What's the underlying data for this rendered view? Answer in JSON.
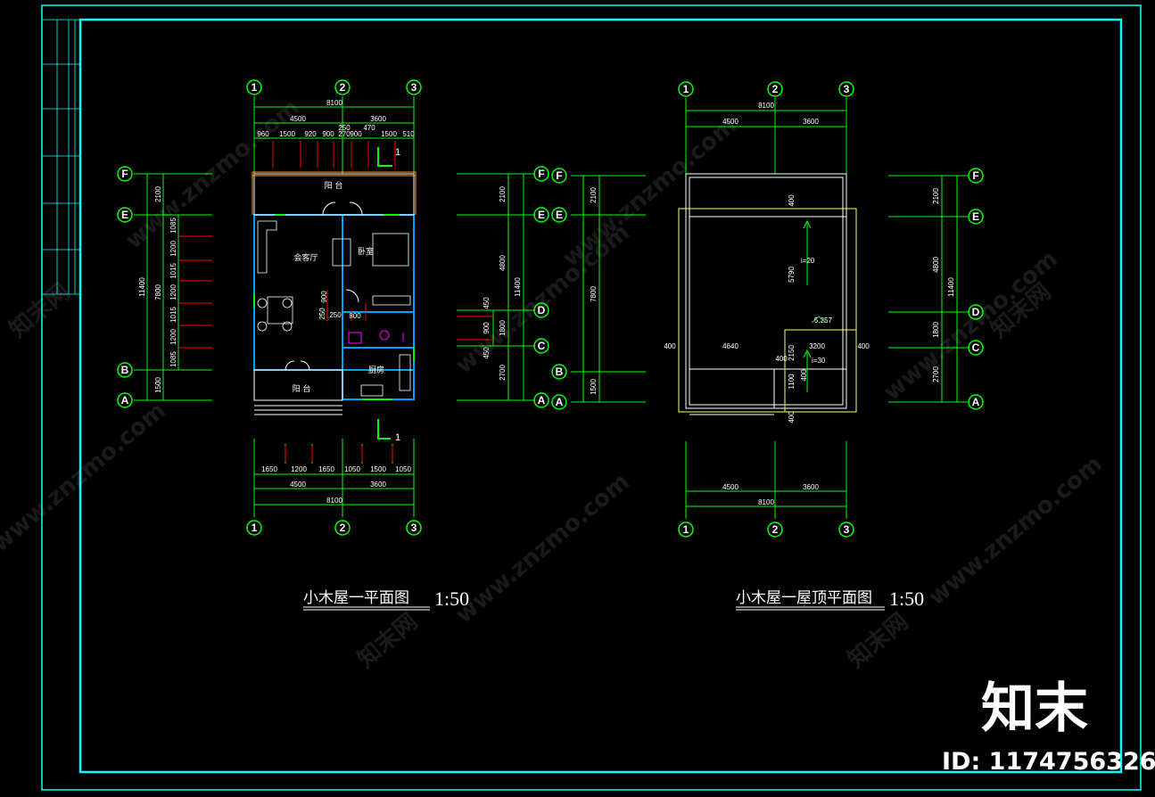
{
  "colors": {
    "frame": "#00ffff",
    "axis": "#00ff00",
    "wall": "#00a0ff",
    "dimension_text": "#ffffff",
    "marker": "#ff0000",
    "fixture": "#ff00ff",
    "roof_outline": "#ffff00"
  },
  "plan_left": {
    "title": "小木屋一平面图",
    "scale": "1:50",
    "grid_top": [
      "1",
      "2",
      "3"
    ],
    "grid_bottom": [
      "1",
      "2",
      "3"
    ],
    "grid_left": [
      "F",
      "E",
      "B",
      "A"
    ],
    "top_total": "8100",
    "top_bays": [
      "4500",
      "3600"
    ],
    "top_detail": [
      "960",
      "1500",
      "920",
      "900",
      "250",
      "270",
      "900",
      "470",
      "1500",
      "510"
    ],
    "bottom_detail": [
      "1650",
      "1200",
      "1650",
      "1050",
      "1500",
      "1050"
    ],
    "bottom_bays": [
      "4500",
      "3600"
    ],
    "bottom_total": "8100",
    "left_total": "11400",
    "left_mid": "7800",
    "left_top": "2100",
    "left_bottom": "1500",
    "left_detail": [
      "1085",
      "1200",
      "1015",
      "1200",
      "1015",
      "1200",
      "1085"
    ],
    "rooms": {
      "balcony_top": "阳 台",
      "living": "会客厅",
      "bedroom": "卧室",
      "kitchen": "厨房",
      "balcony_bottom": "阳 台"
    },
    "inner_dims": [
      "900",
      "250",
      "250",
      "800"
    ],
    "section_mark": "1"
  },
  "elevation_mid": {
    "grid_right_a": [
      "F",
      "E",
      "D",
      "C",
      "A"
    ],
    "grid_right_b": [
      "F",
      "E",
      "B",
      "A"
    ],
    "dims_a": [
      "2100",
      "4800",
      "11400",
      "450",
      "900",
      "1800",
      "450",
      "2700"
    ],
    "dims_b": [
      "2100",
      "7800",
      "1500"
    ]
  },
  "plan_right": {
    "title": "小木屋一屋顶平面图",
    "scale": "1:50",
    "grid_top": [
      "1",
      "2",
      "3"
    ],
    "grid_bottom": [
      "1",
      "2",
      "3"
    ],
    "grid_right": [
      "F",
      "E",
      "D",
      "C",
      "A"
    ],
    "top_total": "8100",
    "top_bays": [
      "4500",
      "3600"
    ],
    "bottom_bays": [
      "4500",
      "3600"
    ],
    "bottom_total": "8100",
    "right_dims": [
      "2100",
      "4800",
      "11400",
      "1800",
      "2700"
    ],
    "inner": {
      "overhang_top": "400",
      "length_5790": "5790",
      "slope_1": "i=20",
      "level": "5.257",
      "left_400": "400",
      "w_4640": "4640",
      "mid_400": "400",
      "w_3200": "3200",
      "right_400": "400",
      "h_2150": "2150",
      "slope_2": "i=30",
      "h_400": "400",
      "h_1100": "1100",
      "bottom_400": "400"
    }
  },
  "watermark": {
    "site": "www.znzmo.com",
    "cn": "知末网",
    "brand": "知末",
    "id_label": "ID: 1174756326"
  }
}
